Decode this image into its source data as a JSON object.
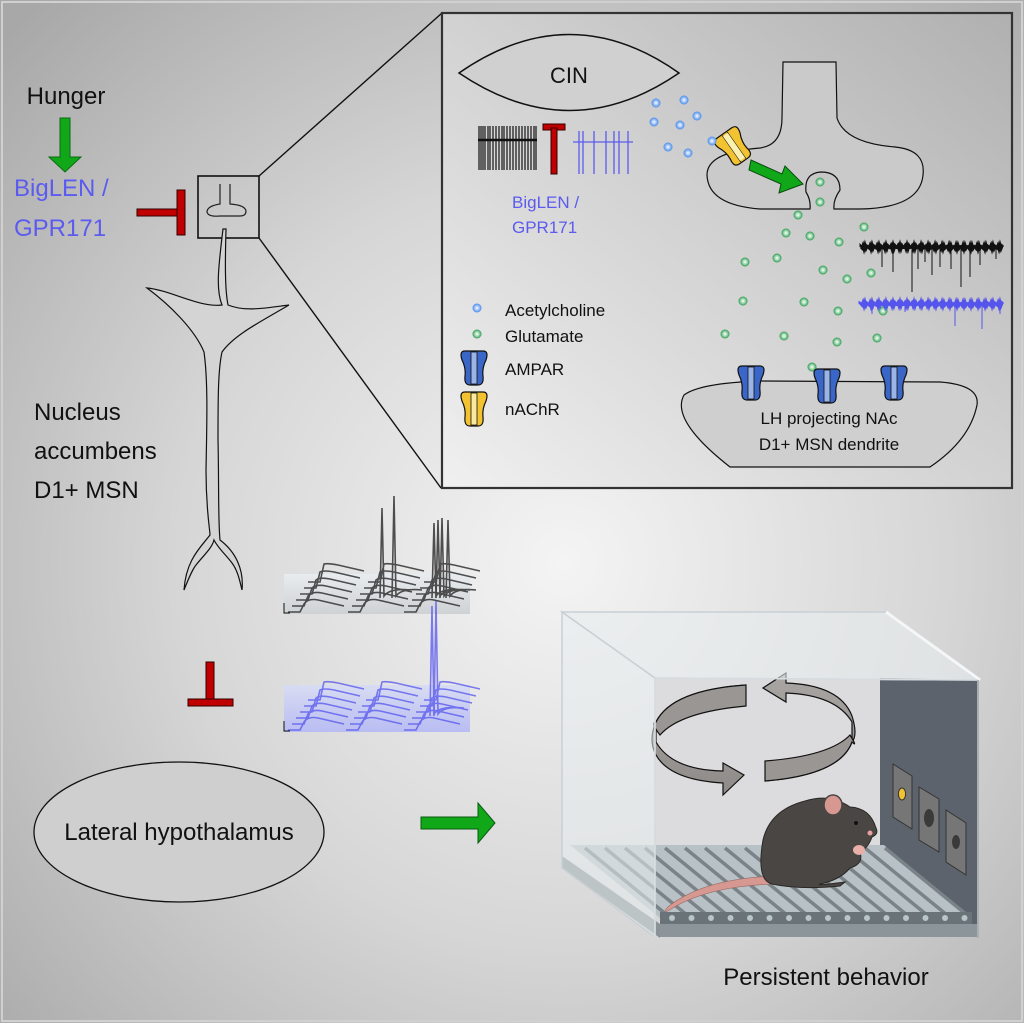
{
  "colors": {
    "background_dark": "#b0b0b0",
    "background_light": "#f2f2f2",
    "biglen_text": "#5b5bf0",
    "inhibit_red": "#c00000",
    "activate_green": "#10a818",
    "acetylcholine": "#5b9bf0",
    "glutamate": "#3caa5a",
    "ampar_blue": "#3a66c8",
    "nachr_yellow": "#f2c230",
    "trace_black": "#111111",
    "trace_blue": "#5555ee"
  },
  "left_panel": {
    "hunger_label": "Hunger",
    "biglen_line1": "BigLEN /",
    "biglen_line2": "GPR171",
    "msn_line1": "Nucleus",
    "msn_line2": "accumbens",
    "msn_line3": "D1+ MSN",
    "lh_label": "Lateral hypothalamus"
  },
  "inset": {
    "cin_label": "CIN",
    "biglen_line1": "BigLEN /",
    "biglen_line2": "GPR171",
    "dendrite_line1": "LH projecting NAc",
    "dendrite_line2": "D1+ MSN dendrite",
    "legend": [
      {
        "icon": "acetylcholine-dot",
        "label": "Acetylcholine"
      },
      {
        "icon": "glutamate-dot",
        "label": "Glutamate"
      },
      {
        "icon": "ampar-receptor",
        "label": "AMPAR"
      },
      {
        "icon": "nachr-receptor",
        "label": "nAChR"
      }
    ]
  },
  "behavior": {
    "caption": "Persistent behavior"
  }
}
